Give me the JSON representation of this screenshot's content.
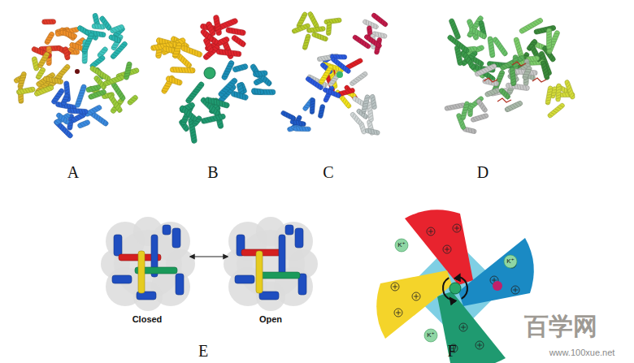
{
  "diagram": {
    "labels": [
      "A",
      "B",
      "C",
      "D",
      "E",
      "F",
      "Closed",
      "Open",
      "K⁺",
      "K⁺",
      "K⁺",
      "百学网",
      "www.100xue.net"
    ]
  }
}
